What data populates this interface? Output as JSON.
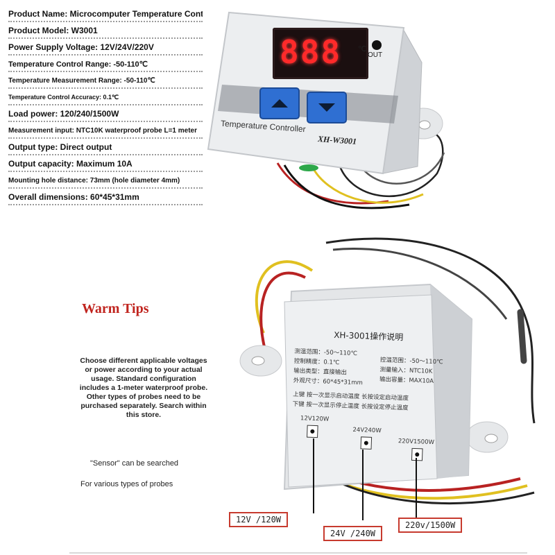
{
  "specs": [
    "Product Name: Microcomputer Temperature Controller",
    "Product Model: W3001",
    "Power Supply Voltage: 12V/24V/220V",
    "Temperature Control Range: -50-110℃",
    "Temperature Measurement Range: -50-110℃",
    "Temperature Control Accuracy: 0.1℃",
    "Load power: 120/240/1500W",
    "Measurement input: NTC10K waterproof probe L=1 meter",
    "Output type: Direct output",
    "Output capacity: Maximum 10A",
    "Mounting hole distance: 73mm (hole diameter 4mm)",
    "Overall dimensions: 60*45*31mm"
  ],
  "device_front": {
    "display": "888",
    "unit": "℃",
    "out_label": "OUT",
    "label": "Temperature Controller",
    "model": "XH-W3001"
  },
  "warm_tips": {
    "title": "Warm Tips",
    "body": "Choose different applicable voltages or power according to your actual usage. Standard configuration includes a 1-meter waterproof probe. Other types of probes need to be purchased separately. Search within this store.",
    "sensor": "\"Sensor\" can be searched",
    "probes": "For various types of probes"
  },
  "device_back": {
    "title": "XH-3001操作说明",
    "lines": [
      "测温范围：-50～110℃",
      "控温范围：-50～110℃",
      "控制精度：0.1℃",
      "测量输入：NTC10K",
      "输出类型：直接输出",
      "输出容量：MAX10A",
      "外观尺寸：60*45*31mm",
      "上键  按一次显示启动温度  长按设定启动温度",
      "下键  按一次显示停止温度  长按设定停止温度"
    ],
    "terminals": [
      "12V120W",
      "24V240W",
      "220V1500W"
    ]
  },
  "voltage_labels": [
    "12V /120W",
    "24V /240W",
    "220v/1500W"
  ],
  "colors": {
    "accent_red": "#c0241e",
    "button_blue": "#2f6fd2",
    "led_red": "#ff2a2a",
    "box_red": "#c73a2e"
  }
}
